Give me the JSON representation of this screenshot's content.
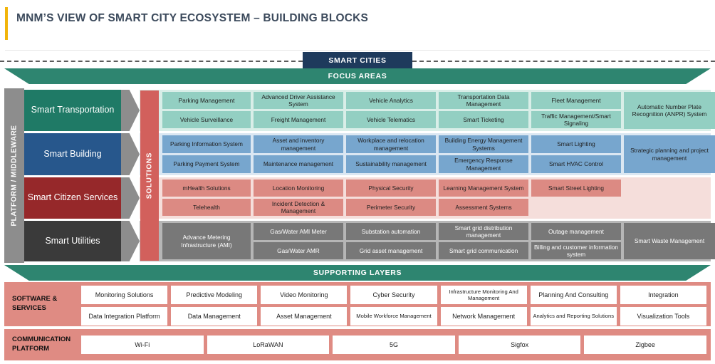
{
  "header": {
    "title": "MNM’S VIEW OF SMART CITY ECOSYSTEM – BUILDING BLOCKS",
    "accent_color": "#f2b50a",
    "title_color": "#3c4a5c"
  },
  "banners": {
    "smart_cities": "SMART CITIES",
    "smart_cities_color": "#1e3a5c",
    "focus_areas": "FOCUS AREAS",
    "supporting_layers": "SUPPORTING LAYERS",
    "banner_green": "#2e8570"
  },
  "side_labels": {
    "platform": "PLATFORM / MIDDLEWARE",
    "solutions": "SOLUTIONS",
    "platform_color": "#8d8d8d",
    "solutions_color": "#d2605c"
  },
  "focus_rows": [
    {
      "category": "Smart Transportation",
      "color": "#1f7a66",
      "cell_color": "#93cfc2",
      "band_color": "#d9eee8",
      "text_style": "light",
      "columns": [
        {
          "top": [
            "Parking Management"
          ],
          "bottom": [
            "Vehicle Surveillance"
          ]
        },
        {
          "top": [
            "Advanced Driver Assistance System"
          ],
          "bottom": [
            "Freight Management"
          ]
        },
        {
          "top": [
            "Vehicle Analytics"
          ],
          "bottom": [
            "Vehicle Telematics"
          ]
        },
        {
          "top": [
            "Transportation Data Management"
          ],
          "bottom": [
            "Smart Ticketing"
          ]
        },
        {
          "top": [
            "Fleet Management"
          ],
          "bottom": [
            "Traffic Management/Smart Signaling"
          ]
        },
        {
          "full": "Automatic Number Plate Recognition (ANPR) System"
        }
      ]
    },
    {
      "category": "Smart Building",
      "color": "#27578c",
      "cell_color": "#77a6ce",
      "band_color": "#dbe7f2",
      "text_style": "light",
      "columns": [
        {
          "top": [
            "Parking Information System"
          ],
          "bottom": [
            "Parking Payment System"
          ]
        },
        {
          "top": [
            "Asset and inventory management"
          ],
          "bottom": [
            "Maintenance management"
          ]
        },
        {
          "top": [
            "Workplace and relocation management"
          ],
          "bottom": [
            "Sustainability management"
          ]
        },
        {
          "top": [
            "Building Energy Management Systems"
          ],
          "bottom": [
            "Emergency Response Management"
          ]
        },
        {
          "top": [
            "Smart Lighting"
          ],
          "bottom": [
            "Smart HVAC Control"
          ]
        },
        {
          "full": "Strategic planning and project management"
        }
      ]
    },
    {
      "category": "Smart Citizen Services",
      "color": "#96282a",
      "cell_color": "#dc8a83",
      "band_color": "#f5dedb",
      "text_style": "light",
      "columns": [
        {
          "top": [
            "mHealth Solutions"
          ],
          "bottom": [
            "Telehealth"
          ]
        },
        {
          "top": [
            "Location Monitoring"
          ],
          "bottom": [
            "Incident Detection & Management"
          ]
        },
        {
          "top": [
            "Physical Security"
          ],
          "bottom": [
            "Perimeter Security"
          ]
        },
        {
          "top": [
            "Learning Management System"
          ],
          "bottom": [
            "Assessment Systems"
          ]
        },
        {
          "top": [
            "Smart Street Lighting"
          ],
          "bottom": []
        },
        {
          "full": ""
        }
      ]
    },
    {
      "category": "Smart Utilities",
      "color": "#3a3a3a",
      "cell_color": "#787878",
      "band_color": "#b6b6b6",
      "text_style": "dark",
      "columns": [
        {
          "full": "Advance Metering Infrastructure (AMI)"
        },
        {
          "top": [
            "Gas/Water AMI Meter"
          ],
          "bottom": [
            "Gas/Water AMR"
          ]
        },
        {
          "top": [
            "Substation automation"
          ],
          "bottom": [
            "Grid asset management"
          ]
        },
        {
          "top": [
            "Smart grid distribution management"
          ],
          "bottom": [
            "Smart grid communication"
          ]
        },
        {
          "top": [
            "Outage management"
          ],
          "bottom": [
            "Billing and customer information system"
          ]
        },
        {
          "full": "Smart Waste Management"
        }
      ]
    }
  ],
  "supporting": {
    "band_color": "#df8b83",
    "layers": [
      {
        "label": "SOFTWARE & SERVICES",
        "rows": [
          [
            "Monitoring Solutions",
            "Predictive Modeling",
            "Video Monitoring",
            "Cyber Security",
            "Infrastructure Monitoring And Management",
            "Planning And Consulting",
            "Integration"
          ],
          [
            "Data Integration Platform",
            "Data Management",
            "Asset Management",
            "Mobile Workforce Management",
            "Network Management",
            "Analytics and Reporting Solutions",
            "Visualization Tools"
          ]
        ]
      },
      {
        "label": "COMMUNICATION PLATFORM",
        "rows": [
          [
            "Wi-Fi",
            "LoRaWAN",
            "5G",
            "Sigfox",
            "Zigbee"
          ]
        ]
      }
    ]
  }
}
